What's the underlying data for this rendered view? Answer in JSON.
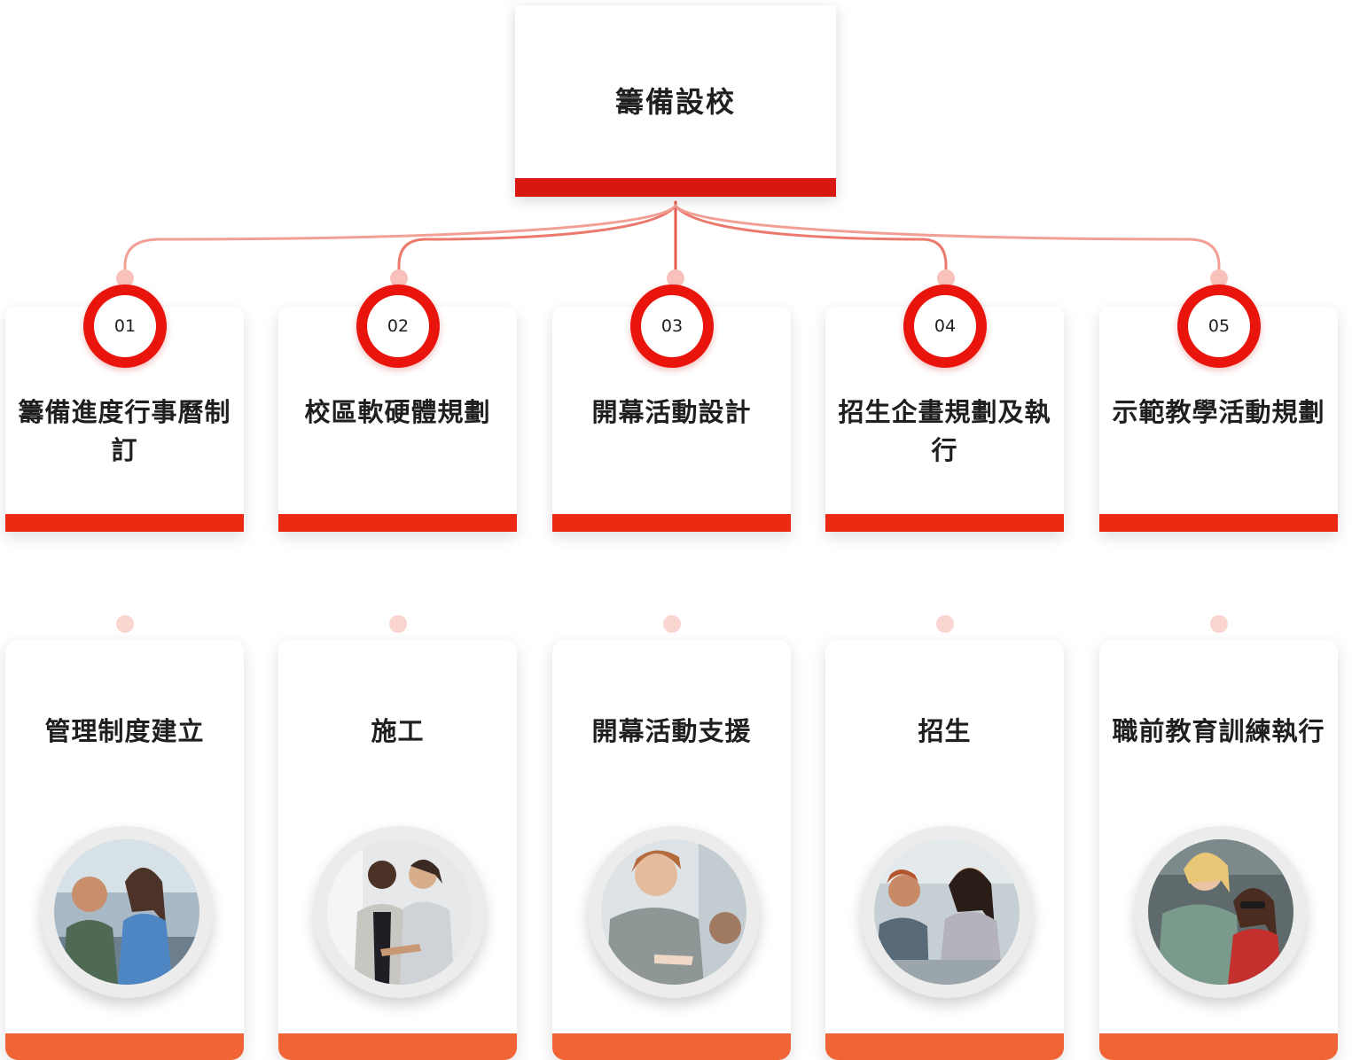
{
  "root": {
    "title": "籌備設校"
  },
  "stages": [
    {
      "number": "01",
      "title": "籌備進度行事曆制訂",
      "task": "管理制度建立",
      "photo_icon": "meeting-photo"
    },
    {
      "number": "02",
      "title": "校區軟硬體規劃",
      "task": "施工",
      "photo_icon": "handshake-photo"
    },
    {
      "number": "03",
      "title": "開幕活動設計",
      "task": "開幕活動支援",
      "photo_icon": "greeting-photo"
    },
    {
      "number": "04",
      "title": "招生企畫規劃及執行",
      "task": "招生",
      "photo_icon": "teamwork-photo"
    },
    {
      "number": "05",
      "title": "示範教學活動規劃",
      "task": "職前教育訓練執行",
      "photo_icon": "training-photo"
    }
  ],
  "colors": {
    "primary_red": "#e9150d",
    "root_bar": "#d81710",
    "stage_bar": "#ec2a14",
    "task_bar": "#f06435",
    "connector": "#f2a096"
  }
}
